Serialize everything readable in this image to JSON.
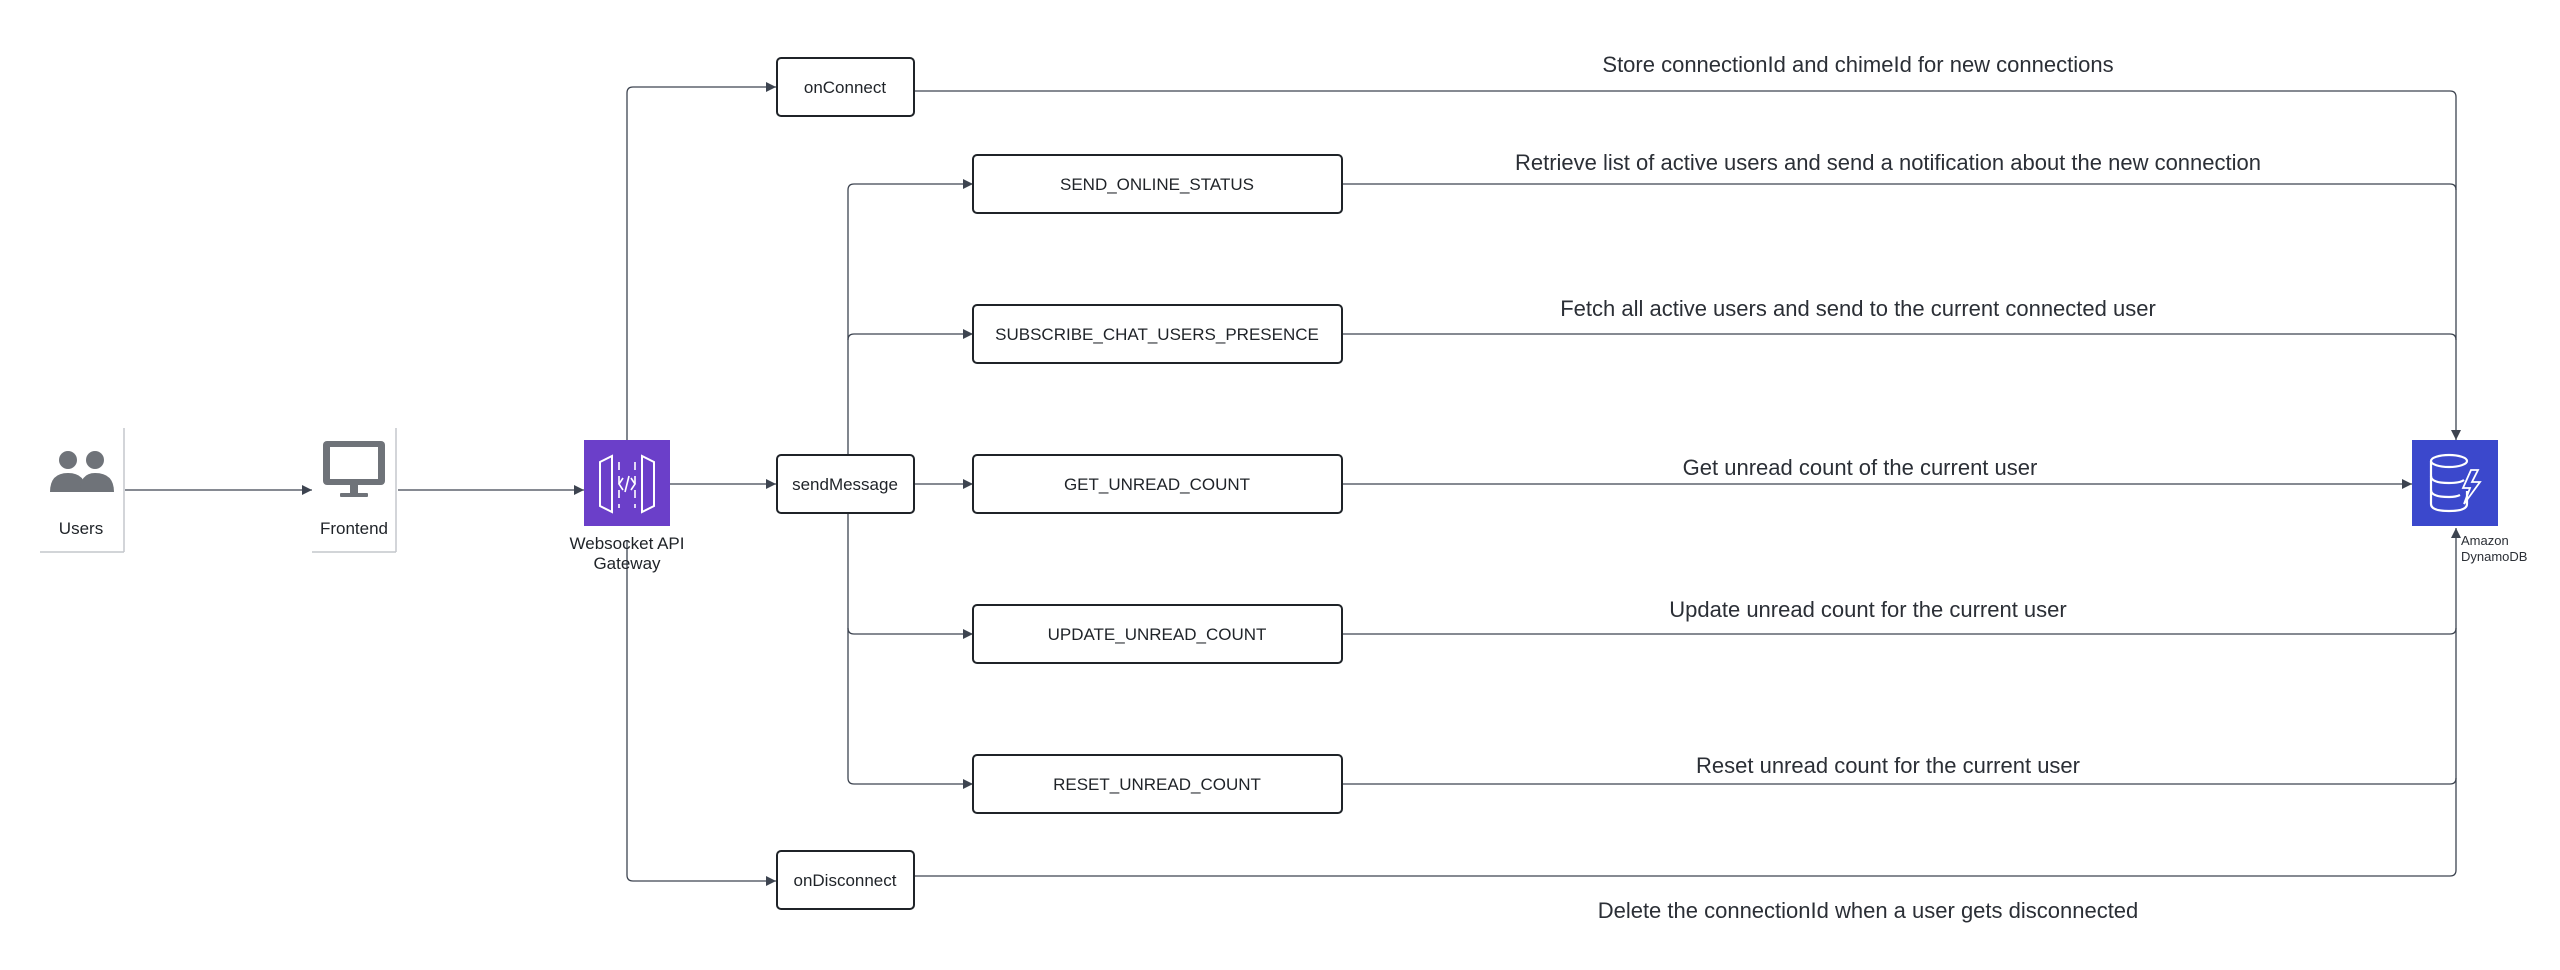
{
  "nodes": {
    "users": {
      "label": "Users",
      "icon": "users-icon"
    },
    "frontend": {
      "label": "Frontend",
      "icon": "monitor-icon"
    },
    "gateway": {
      "label_line1": "Websocket API",
      "label_line2": "Gateway",
      "icon": "api-gateway-icon",
      "color": "#6b3fc9"
    },
    "dynamodb": {
      "label_line1": "Amazon",
      "label_line2": "DynamoDB",
      "icon": "dynamodb-icon",
      "color": "#3b48cc"
    },
    "on_connect": {
      "label": "onConnect"
    },
    "send_message": {
      "label": "sendMessage"
    },
    "on_disconnect": {
      "label": "onDisconnect"
    },
    "send_online_status": {
      "label": "SEND_ONLINE_STATUS"
    },
    "subscribe_presence": {
      "label": "SUBSCRIBE_CHAT_USERS_PRESENCE"
    },
    "get_unread": {
      "label": "GET_UNREAD_COUNT"
    },
    "update_unread": {
      "label": "UPDATE_UNREAD_COUNT"
    },
    "reset_unread": {
      "label": "RESET_UNREAD_COUNT"
    }
  },
  "annotations": {
    "on_connect": "Store connectionId and chimeId for new connections",
    "send_online_status": "Retrieve list of active users and send a notification about the new connection",
    "subscribe_presence": "Fetch all active users and send to the current connected user",
    "get_unread": "Get unread count of the current user",
    "update_unread": "Update unread count for the current user",
    "reset_unread": "Reset unread count for the current user",
    "on_disconnect": "Delete the connectionId when a user gets disconnected"
  },
  "colors": {
    "edge": "#3d4450",
    "box_border": "#1f2328",
    "icon_gray": "#6f7379"
  }
}
